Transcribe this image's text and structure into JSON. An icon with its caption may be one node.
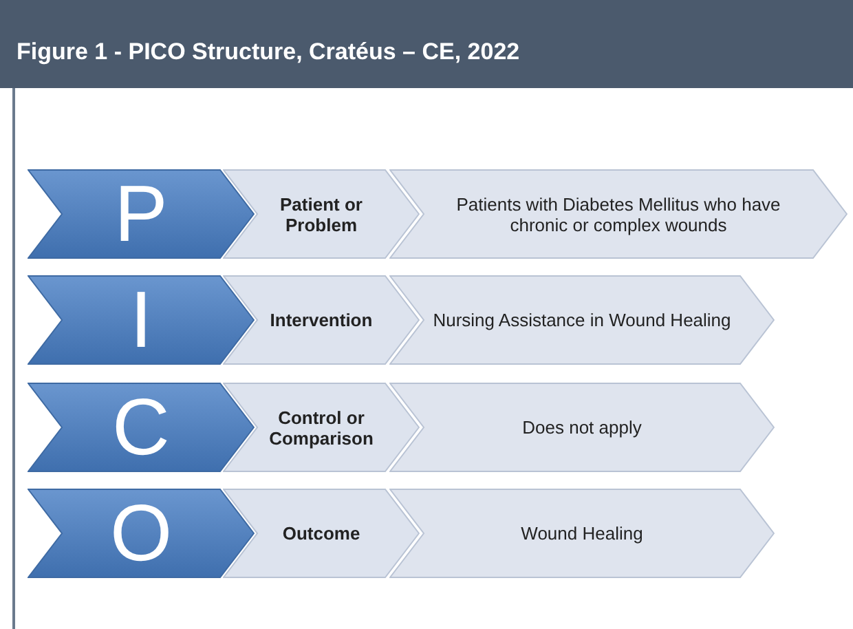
{
  "diagram": {
    "title": "Figure 1 - PICO Structure, Cratéus – CE, 2022",
    "nodes": [
      {
        "text": [
          "P"
        ]
      },
      {
        "text": [
          "Patient or Problem"
        ]
      },
      {
        "text": [
          "Patients with Diabetes Mellitus who have chronic or complex wounds"
        ]
      },
      {
        "text": [
          "I"
        ]
      },
      {
        "text": [
          "Intervention"
        ]
      },
      {
        "text": [
          "Nursing Assistance in Wound Healing"
        ]
      },
      {
        "text": [
          "C"
        ]
      },
      {
        "text": [
          "Control or Comparison"
        ]
      },
      {
        "text": [
          "Does not apply"
        ]
      },
      {
        "text": [
          "O"
        ]
      },
      {
        "text": [
          "Outcome"
        ]
      },
      {
        "text": [
          "Wound Healing"
        ]
      }
    ]
  }
}
